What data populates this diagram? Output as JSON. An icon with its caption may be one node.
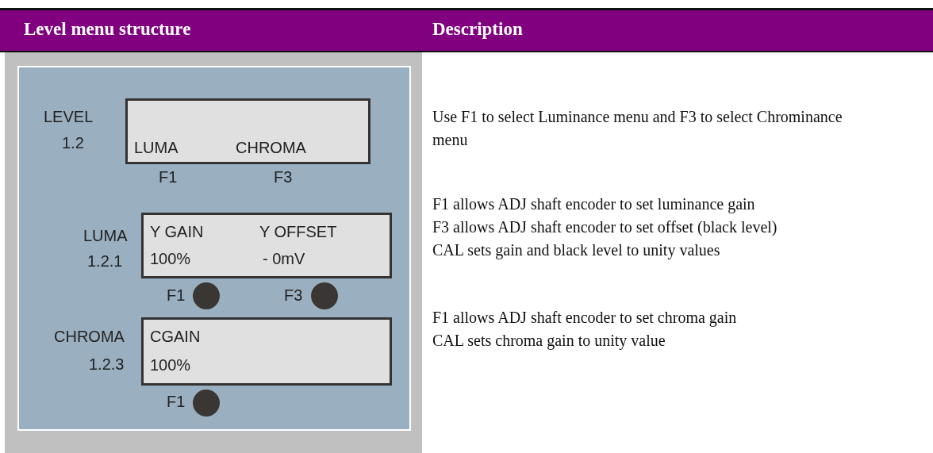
{
  "diagram": {
    "nodes": [
      {
        "text": [
          "LUMA",
          "CHROMA"
        ],
        "beside": [
          "LEVEL",
          "1.2",
          "F1",
          "F3"
        ]
      },
      {
        "text": [
          "Y GAIN",
          "Y OFFSET",
          "100%",
          "- 0mV"
        ],
        "beside": [
          "LUMA",
          "1.2.1",
          "F1",
          "F3"
        ]
      },
      {
        "text": [
          "CGAIN",
          "100%"
        ],
        "beside": [
          "CHROMA",
          "1.2.3",
          "F1"
        ]
      }
    ],
    "labels": [
      "Level menu structure",
      "Description",
      "Use F1 to select Luminance menu and F3 to select Chrominance menu",
      "F1 allows ADJ shaft encoder to set luminance gain",
      "F3 allows ADJ shaft encoder to set offset (black level)",
      "CAL sets gain and black level to unity values",
      "F1 allows ADJ shaft encoder to set chroma gain",
      "CAL sets chroma gain to unity value"
    ]
  }
}
